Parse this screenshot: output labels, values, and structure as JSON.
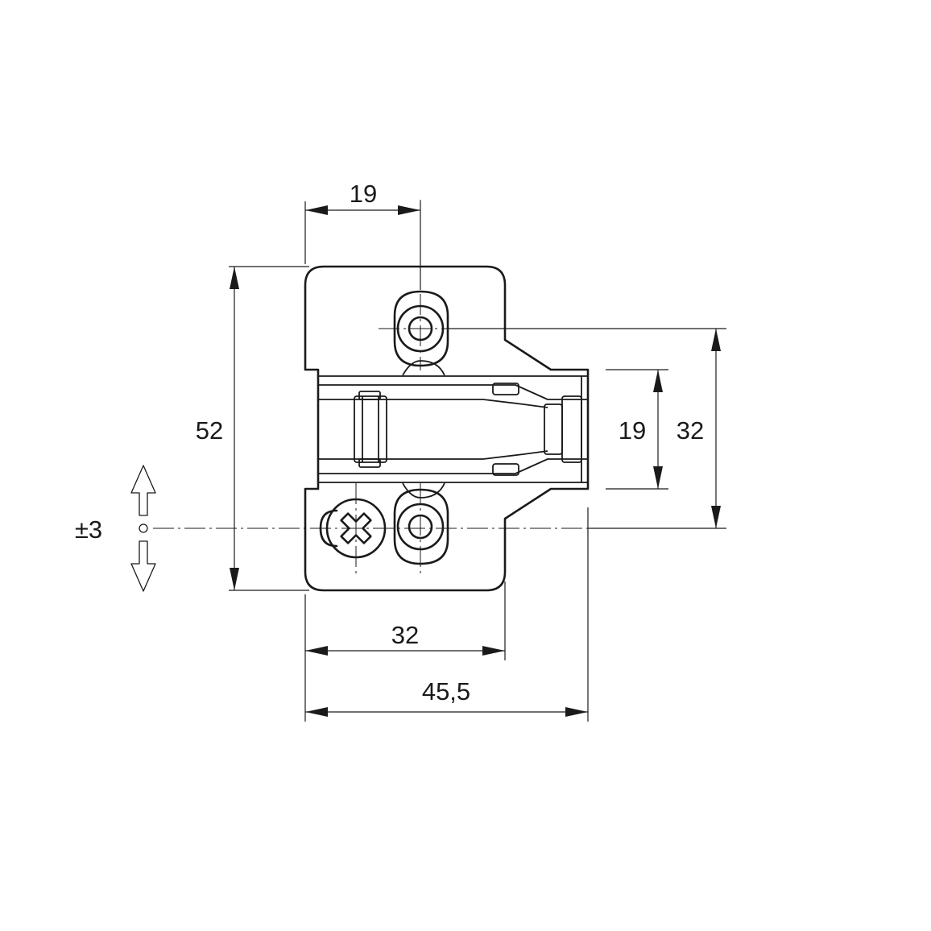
{
  "drawing": {
    "colors": {
      "line": "#1a1a1a",
      "background": "#ffffff"
    },
    "dimensions": {
      "top_width": "19",
      "height_total": "52",
      "right_inner": "19",
      "right_outer": "32",
      "bottom_hole_spacing": "32",
      "bottom_total": "45,5",
      "adjustment": "±3"
    },
    "icons": {
      "adjust_arrows": "up-down-adjustment-arrows-icon",
      "screw": "phillips-screw-icon"
    }
  }
}
